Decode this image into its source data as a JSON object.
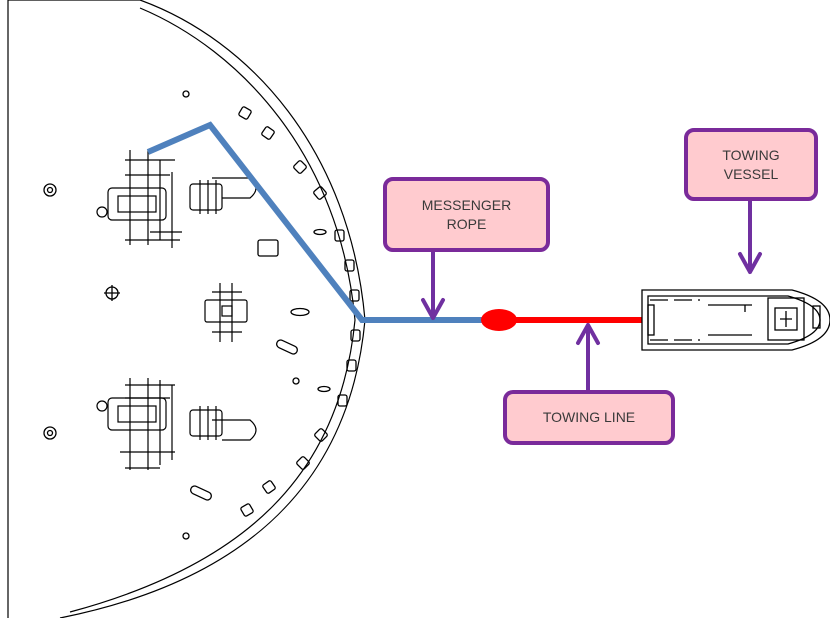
{
  "labels": {
    "messenger_rope": [
      "MESSENGER",
      "ROPE"
    ],
    "towing_vessel": [
      "TOWING",
      "VESSEL"
    ],
    "towing_line": "TOWING LINE"
  },
  "colors": {
    "messenger_rope": "#4f81bd",
    "towing_line": "#ff0000",
    "connector": "#ff0000",
    "arrow": "#7030a0",
    "box_fill": "#ffcbcf",
    "box_border": "#7a2a9a",
    "drawing_lines": "#000000"
  },
  "icons": {
    "deck": "ship-bow-deck-outline",
    "winch": "mooring-winch-icon",
    "bollard": "bollard-icon",
    "fairlead": "fairlead-icon",
    "vessel": "tugboat-icon"
  }
}
